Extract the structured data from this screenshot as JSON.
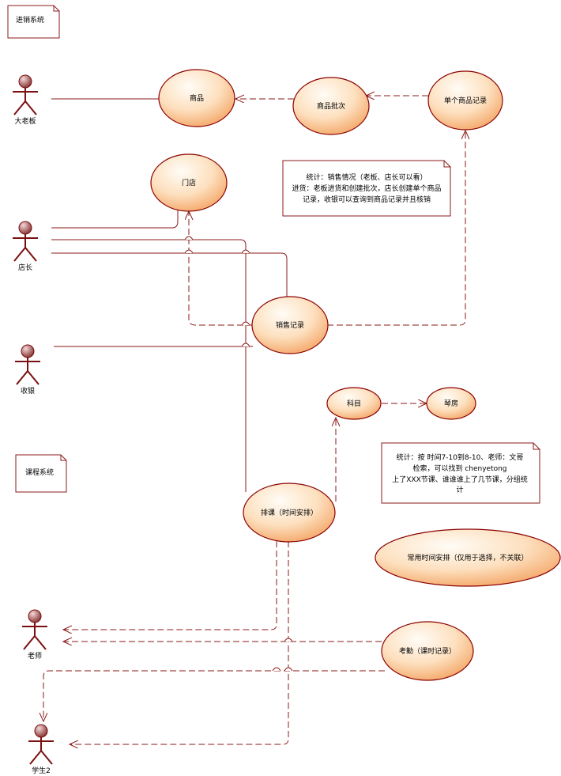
{
  "packages": {
    "sales": "进销系统",
    "course": "课程系统"
  },
  "actors": {
    "boss": "大老板",
    "manager": "店长",
    "cashier": "收银",
    "teacher": "老师",
    "student": "学生2"
  },
  "usecases": {
    "goods": "商品",
    "batch": "商品批次",
    "single": "单个商品记录",
    "store": "门店",
    "sales_record": "销售记录",
    "subject": "科目",
    "piano_room": "琴房",
    "schedule": "排课（时间安排）",
    "common_time": "常用时间安排（仅用于选择，不关联）",
    "attendance": "考勤（课时记录）"
  },
  "notes": {
    "sales_note": [
      "统计：销售情况（老板、店长可以看）",
      "进货：老板进货和创建批次，店长创建单个商品",
      "记录，收银可以查询到商品记录并且核销"
    ],
    "course_note": [
      "统计：按 时间7-10到8-10、老师：文哥",
      "检索，可以找到 chenyetong",
      "上了XXX节课、谁谁谁上了几节课，分组统",
      "计"
    ]
  },
  "colors": {
    "line": "#8b1a1a",
    "ellipse_stroke": "#8b0000",
    "ellipse_fill_center": "#fffaf3",
    "ellipse_fill_edge": "#f7b883"
  }
}
